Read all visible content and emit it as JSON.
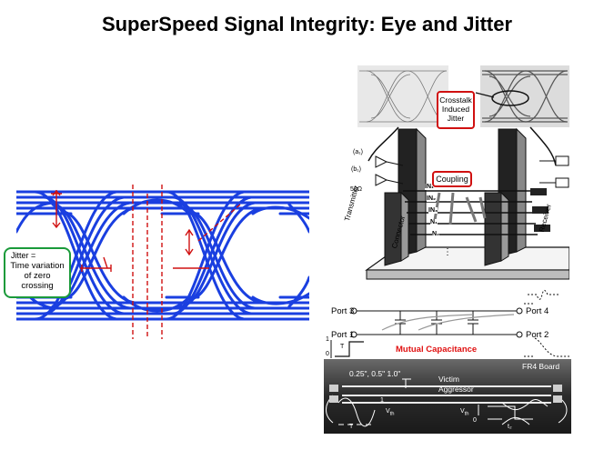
{
  "slide": {
    "title": "SuperSpeed Signal Integrity: Eye and Jitter"
  },
  "jitter_callout": {
    "label": "Jitter =",
    "description_line1": "Time variation",
    "description_line2": "of zero",
    "description_line3": "crossing"
  },
  "crosstalk_diagram": {
    "crosstalk_label_line1": "Crosstalk",
    "crosstalk_label_line2": "Induced",
    "crosstalk_label_line3": "Jitter",
    "coupling_label": "Coupling",
    "transmitter_label": "Transmitter",
    "connector_label": "Connector",
    "receiver_label": "Receiver",
    "input_a": "(a₁)",
    "input_b": "(b₁)",
    "resistor": "50Ω",
    "net_labels": [
      "IN₁",
      "IN₂",
      "IN₃",
      "N₁",
      "N₂"
    ],
    "ellipsis": "⋮"
  },
  "capacitance_diagram": {
    "port3": "Port 3",
    "port4": "Port 4",
    "port1": "Port 1",
    "port2": "Port 2",
    "one": "1",
    "zero": "0",
    "t_label": "T",
    "caption": "Mutual Capacitance"
  },
  "board_photo": {
    "board_label": "FR4 Board",
    "spacing_label": "0.25\", 0.5\" 1.0\"",
    "victim_label": "Victim",
    "aggressor_label": "Aggressor",
    "vth_left": "V",
    "vth_left_sub": "th",
    "vth_right": "V",
    "vth_right_sub": "th",
    "one": "1",
    "zero": "0",
    "t_left": "T",
    "t_right": "t₂"
  },
  "colors": {
    "eye_trace": "#1a3fe0",
    "marker_red": "#d01010",
    "callout_green": "#1a9a3a"
  }
}
